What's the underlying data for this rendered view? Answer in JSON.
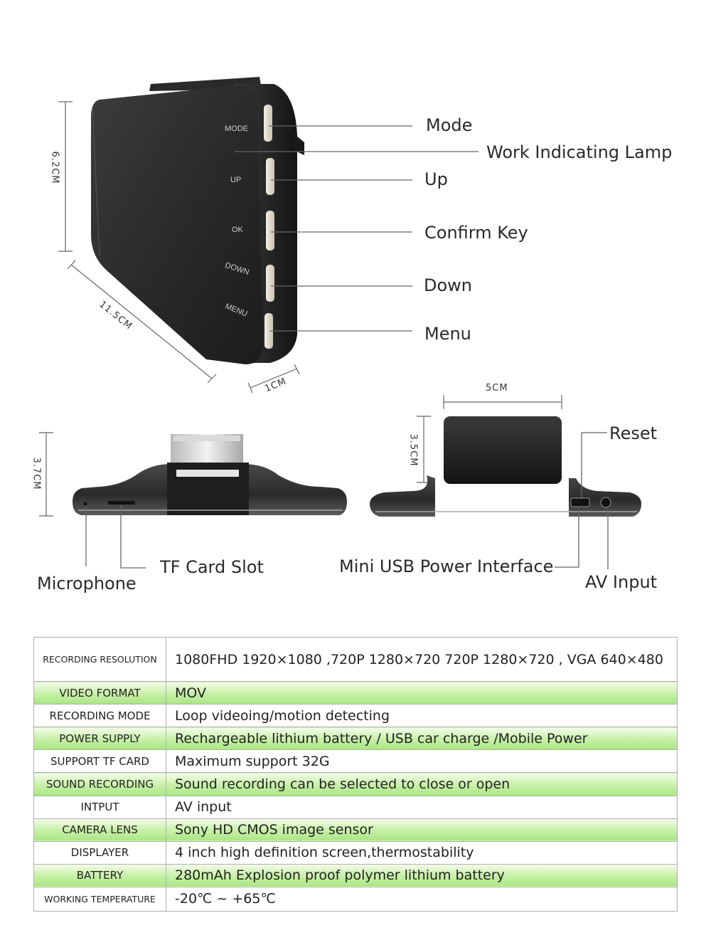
{
  "dimensions": {
    "height_front": "6.2CM",
    "length": "11.5CM",
    "thickness": "1CM",
    "height_left": "3.7CM",
    "mount_width": "5CM",
    "mount_height": "3.5CM"
  },
  "buttons": {
    "mode": "MODE",
    "up": "UP",
    "ok": "OK",
    "down": "DOWN",
    "menu": "MENU"
  },
  "callouts": {
    "mode": "Mode",
    "work_lamp": "Work Indicating Lamp",
    "up": "Up",
    "confirm": "Confirm Key",
    "down": "Down",
    "menu": "Menu",
    "microphone": "Microphone",
    "tf_card": "TF Card Slot",
    "mini_usb": "Mini USB Power Interface",
    "reset": "Reset",
    "av_input": "AV Input"
  },
  "specs": [
    {
      "key": "RECORDING RESOLUTION",
      "value": "1080FHD 1920×1080 ,720P 1280×720  720P 1280×720 , VGA 640×480"
    },
    {
      "key": "VIDEO FORMAT",
      "value": "MOV"
    },
    {
      "key": "RECORDING MODE",
      "value": "Loop videoing/motion detecting"
    },
    {
      "key": "POWER SUPPLY",
      "value": "Rechargeable lithium battery / USB car charge /Mobile Power"
    },
    {
      "key": "SUPPORT TF CARD",
      "value": "Maximum support 32G"
    },
    {
      "key": "SOUND RECORDING",
      "value": "Sound recording can be selected to close or open"
    },
    {
      "key": "INTPUT",
      "value": "AV input"
    },
    {
      "key": "CAMERA LENS",
      "value": "Sony HD CMOS image sensor"
    },
    {
      "key": "DISPLAYER",
      "value": "4 inch high definition screen,thermostability"
    },
    {
      "key": "BATTERY",
      "value": "280mAh Explosion proof polymer lithium battery"
    },
    {
      "key": "WORKING TEMPERATURE",
      "value": " -20℃ ~ +65℃"
    }
  ],
  "colors": {
    "row_highlight": "#b4ea90",
    "device_body": "#2b2b2b",
    "line": "#555555"
  }
}
